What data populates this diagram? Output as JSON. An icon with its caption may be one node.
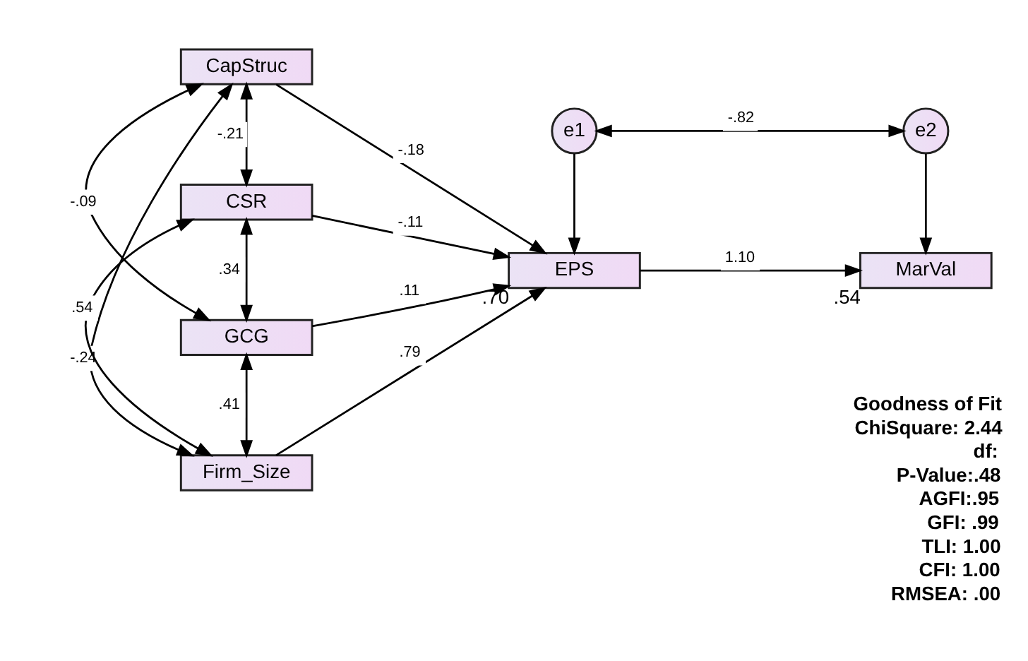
{
  "diagram": {
    "nodes": [
      {
        "text": [
          "CapStruc"
        ]
      },
      {
        "text": [
          "CSR"
        ]
      },
      {
        "text": [
          "GCG"
        ]
      },
      {
        "text": [
          "Firm_Size"
        ]
      },
      {
        "text": [
          "EPS"
        ],
        "beside": [
          ".70"
        ]
      },
      {
        "text": [
          "MarVal"
        ],
        "beside": [
          ".54"
        ]
      },
      {
        "text": [
          "e1"
        ]
      },
      {
        "text": [
          "e2"
        ]
      }
    ],
    "edges": [
      {
        "from": 0,
        "to": 1,
        "arrow": "both",
        "label": "-.21"
      },
      {
        "from": 0,
        "to": 2,
        "arrow": "both",
        "label": "-.09"
      },
      {
        "from": 0,
        "to": 3,
        "arrow": "both",
        "label": "-.24"
      },
      {
        "from": 1,
        "to": 2,
        "arrow": "both",
        "label": ".34"
      },
      {
        "from": 1,
        "to": 3,
        "arrow": "both",
        "label": ".54"
      },
      {
        "from": 2,
        "to": 3,
        "arrow": "both",
        "label": ".41"
      },
      {
        "from": 0,
        "to": 4,
        "arrow": "to",
        "label": "-.18"
      },
      {
        "from": 1,
        "to": 4,
        "arrow": "to",
        "label": "-.11"
      },
      {
        "from": 2,
        "to": 4,
        "arrow": "to",
        "label": ".11"
      },
      {
        "from": 3,
        "to": 4,
        "arrow": "to",
        "label": ".79"
      },
      {
        "from": 4,
        "to": 5,
        "arrow": "to",
        "label": "1.10"
      },
      {
        "from": 6,
        "to": 4,
        "arrow": "to"
      },
      {
        "from": 7,
        "to": 5,
        "arrow": "to"
      },
      {
        "from": 6,
        "to": 7,
        "arrow": "both",
        "label": "-.82"
      }
    ],
    "labels": [
      "Goodness of Fit",
      "ChiSquare: 2.44",
      "df:",
      "P-Value:.48",
      "AGFI:.95",
      "GFI: .99",
      "TLI: 1.00",
      "CFI: 1.00",
      "RMSEA: .00"
    ]
  }
}
